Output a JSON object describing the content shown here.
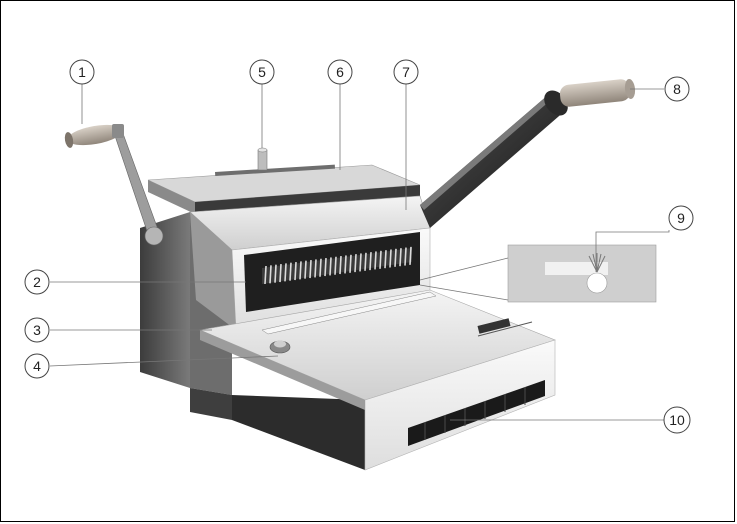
{
  "callouts": [
    {
      "number": "1"
    },
    {
      "number": "2"
    },
    {
      "number": "3"
    },
    {
      "number": "4"
    },
    {
      "number": "5"
    },
    {
      "number": "6"
    },
    {
      "number": "7"
    },
    {
      "number": "8"
    },
    {
      "number": "9"
    },
    {
      "number": "10"
    }
  ],
  "machine": {
    "badge_text": "",
    "colors": {
      "body_light": "#ececec",
      "body_mid": "#c9c9c9",
      "body_dark": "#5a5a5a",
      "shadow": "#2a2a2a",
      "comb_teeth": "#dcdcdc",
      "handle_grip": "#b9b0a6"
    }
  }
}
